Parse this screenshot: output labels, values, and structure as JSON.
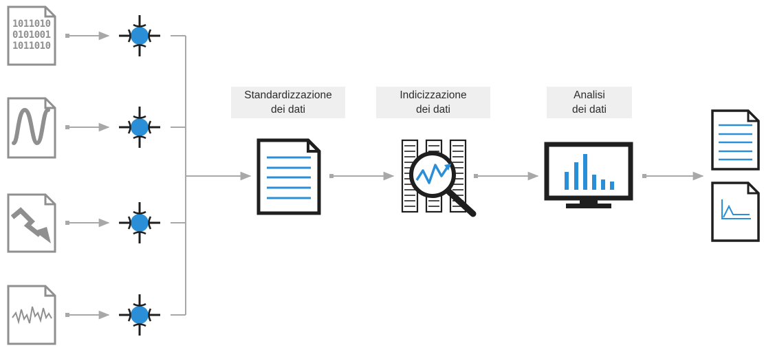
{
  "stages": [
    {
      "id": "standardize",
      "label_line1": "Standardizzazione",
      "label_line2": "dei dati"
    },
    {
      "id": "index",
      "label_line1": "Indicizzazione",
      "label_line2": "dei dati"
    },
    {
      "id": "analyze",
      "label_line1": "Analisi",
      "label_line2": "dei dati"
    }
  ],
  "binary_rows": [
    "1011010",
    "0101001",
    "1011010"
  ],
  "colors": {
    "icon_gray": "#8f8f8f",
    "arrow_gray": "#a8a8a8",
    "accent_blue": "#2a8fd6",
    "dark": "#1f1f1f",
    "label_bg": "#efefef"
  },
  "icons": {
    "sources": [
      "binary-file-icon",
      "waveform-file-icon",
      "downtrend-file-icon",
      "signal-noise-file-icon"
    ],
    "connectors": [
      "data-connector-icon",
      "data-connector-icon",
      "data-connector-icon",
      "data-connector-icon"
    ],
    "standardize": "document-icon",
    "index": "database-magnifier-icon",
    "analyze": "monitor-bar-chart-icon",
    "outputs": [
      "report-document-icon",
      "chart-document-icon"
    ]
  }
}
